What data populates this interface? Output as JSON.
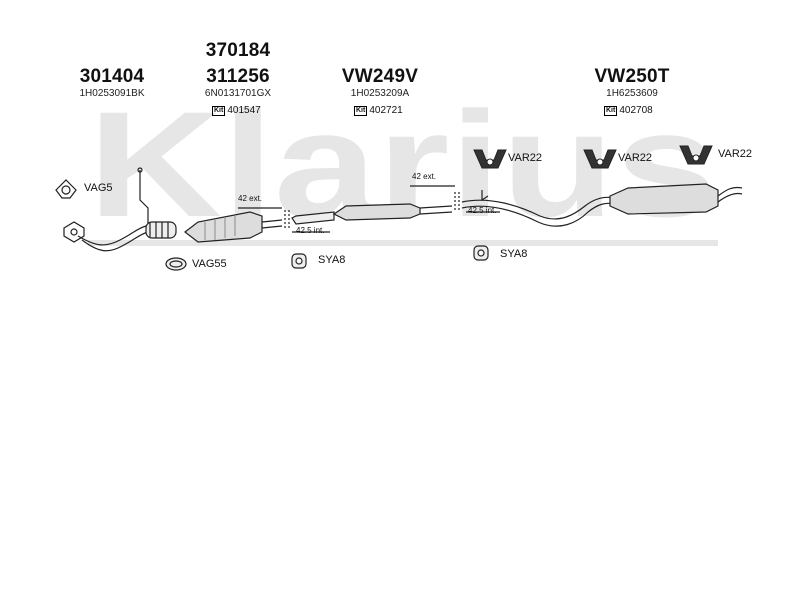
{
  "watermark": "Klarius",
  "groups": [
    {
      "number": "301404",
      "code": "1H0253091BK"
    },
    {
      "number_top": "370184",
      "number": "311256",
      "code": "6N0131701GX",
      "kit_label": "Kit",
      "kit": "401547"
    },
    {
      "number": "VW249V",
      "code": "1H0253209A",
      "kit_label": "Kit",
      "kit": "402721"
    },
    {
      "number": "VW250T",
      "code": "1H6253609",
      "kit_label": "Kit",
      "kit": "402708"
    }
  ],
  "parts": {
    "vag5": "VAG5",
    "vag55": "VAG55",
    "sya8_a": "SYA8",
    "sya8_b": "SYA8",
    "var22_a": "VAR22",
    "var22_b": "VAR22",
    "var22_c": "VAR22"
  },
  "dimensions": {
    "ext_a": "42 ext.",
    "int_a": "42.5 int.",
    "ext_b": "42 ext.",
    "int_b": "42.5 int."
  }
}
